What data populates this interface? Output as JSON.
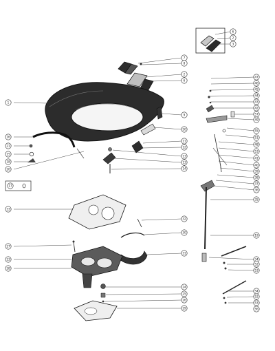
{
  "diagram": {
    "kind": "exploded parts diagram",
    "ink_color": "#1e1e1e",
    "background": "#ffffff",
    "callouts": [
      {
        "id": "c6a",
        "label": "6"
      },
      {
        "id": "c2a",
        "label": "2"
      },
      {
        "id": "c3a",
        "label": "3"
      },
      {
        "id": "c7",
        "label": "7"
      },
      {
        "id": "c8a",
        "label": "8"
      },
      {
        "id": "c2b",
        "label": "2"
      },
      {
        "id": "c6b",
        "label": "6"
      },
      {
        "id": "c1",
        "label": "1"
      },
      {
        "id": "c9",
        "label": "9"
      },
      {
        "id": "c50",
        "label": "50"
      },
      {
        "id": "c11",
        "label": "11"
      },
      {
        "id": "c12",
        "label": "12"
      },
      {
        "id": "c13",
        "label": "13"
      },
      {
        "id": "c13b",
        "label": "13"
      },
      {
        "id": "c14",
        "label": "14"
      },
      {
        "id": "c16",
        "label": "16"
      },
      {
        "id": "c21",
        "label": "21"
      },
      {
        "id": "c15",
        "label": "15"
      },
      {
        "id": "c18",
        "label": "18"
      },
      {
        "id": "c20",
        "label": "20"
      },
      {
        "id": "c17",
        "label": "17"
      },
      {
        "id": "c47",
        "label": "47"
      },
      {
        "id": "c46",
        "label": "46"
      },
      {
        "id": "c45",
        "label": "45"
      },
      {
        "id": "c44",
        "label": "44"
      },
      {
        "id": "c43",
        "label": "43"
      },
      {
        "id": "c42",
        "label": "42"
      },
      {
        "id": "c57",
        "label": "57"
      },
      {
        "id": "c49",
        "label": "49"
      },
      {
        "id": "c55",
        "label": "55"
      },
      {
        "id": "c51",
        "label": "51"
      },
      {
        "id": "c48",
        "label": "48"
      },
      {
        "id": "c53",
        "label": "53"
      },
      {
        "id": "c41",
        "label": "41"
      },
      {
        "id": "c40",
        "label": "40"
      },
      {
        "id": "c39",
        "label": "39"
      },
      {
        "id": "c38",
        "label": "38"
      },
      {
        "id": "c37",
        "label": "37"
      },
      {
        "id": "c36",
        "label": "36"
      },
      {
        "id": "c35",
        "label": "35"
      },
      {
        "id": "c33",
        "label": "33"
      },
      {
        "id": "c32",
        "label": "32"
      },
      {
        "id": "c30",
        "label": "30"
      },
      {
        "id": "c31",
        "label": "31"
      },
      {
        "id": "c19",
        "label": "19"
      },
      {
        "id": "c34",
        "label": "34"
      },
      {
        "id": "c27",
        "label": "27"
      },
      {
        "id": "c23",
        "label": "23"
      },
      {
        "id": "c28",
        "label": "28"
      },
      {
        "id": "c52",
        "label": "52"
      },
      {
        "id": "c53b",
        "label": "53"
      },
      {
        "id": "c54",
        "label": "54"
      },
      {
        "id": "c24",
        "label": "24"
      },
      {
        "id": "c25",
        "label": "25"
      },
      {
        "id": "c26",
        "label": "26"
      },
      {
        "id": "c29",
        "label": "29"
      },
      {
        "id": "c52b",
        "label": "52"
      },
      {
        "id": "c53c",
        "label": "53"
      },
      {
        "id": "c56",
        "label": "56"
      }
    ]
  }
}
